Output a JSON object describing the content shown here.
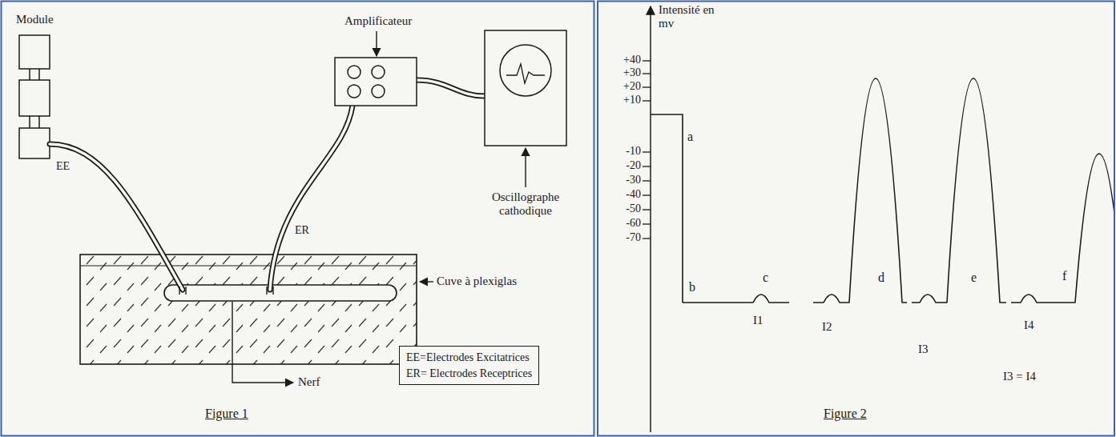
{
  "diagram": {
    "nodes": [
      {
        "text": [
          "EE=Electrodes Excitatrices",
          "ER= Electrodes Receptrices"
        ]
      }
    ],
    "labels": [
      "Module",
      "Amplificateur",
      "EE",
      "ER",
      "Oscillographe cathodique",
      "Cuve à plexiglas",
      "Nerf",
      "Figure 1",
      "Intensité en mv",
      "+40",
      "+30",
      "+20",
      "+10",
      "-10",
      "-20",
      "-30",
      "-40",
      "-50",
      "-60",
      "-70",
      "a",
      "b",
      "c",
      "d",
      "e",
      "f",
      "I1",
      "I2",
      "I3",
      "I4",
      "I3 = I4",
      "Figure 2"
    ]
  }
}
